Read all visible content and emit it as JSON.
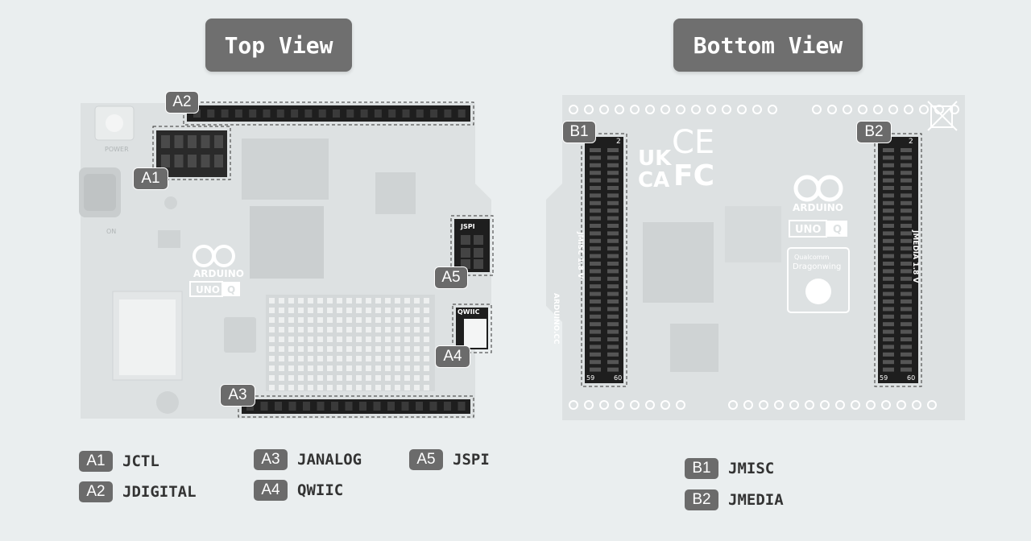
{
  "top_view": {
    "title": "Top View",
    "board_markings": {
      "power": "POWER",
      "brand": "ARDUINO",
      "model_uno": "UNO",
      "model_q": "Q",
      "on": "ON"
    },
    "callouts": {
      "a1": "A1",
      "a2": "A2",
      "a3": "A3",
      "a4": "A4",
      "a5": "A5"
    },
    "header_labels": {
      "jspi": "JSPI",
      "qwiic": "QWIIC"
    }
  },
  "bottom_view": {
    "title": "Bottom View",
    "board_markings": {
      "brand": "ARDUINO",
      "model_uno": "UNO",
      "model_q": "Q",
      "website": "ARDUINO.CC",
      "qualcomm": "Qualcomm",
      "dragonwing": "Dragonwing",
      "ukca_top": "UK",
      "ukca_bottom": "CA",
      "ce": "CE",
      "fc": "FC",
      "jmisc_vertical": "JMISC 1.8 V",
      "jmedia_vertical": "JMEDIA 1.8 V",
      "pin_2": "2",
      "pin_59": "59",
      "pin_60": "60"
    },
    "callouts": {
      "b1": "B1",
      "b2": "B2"
    }
  },
  "legend": {
    "a1": {
      "badge": "A1",
      "label": "JCTL"
    },
    "a2": {
      "badge": "A2",
      "label": "JDIGITAL"
    },
    "a3": {
      "badge": "A3",
      "label": "JANALOG"
    },
    "a4": {
      "badge": "A4",
      "label": "QWIIC"
    },
    "a5": {
      "badge": "A5",
      "label": "JSPI"
    },
    "b1": {
      "badge": "B1",
      "label": "JMISC"
    },
    "b2": {
      "badge": "B2",
      "label": "JMEDIA"
    }
  },
  "colors": {
    "background": "#eaeeef",
    "board": "#dde1e2",
    "pill": "#6f6f6f",
    "header": "#1e1e1e"
  }
}
